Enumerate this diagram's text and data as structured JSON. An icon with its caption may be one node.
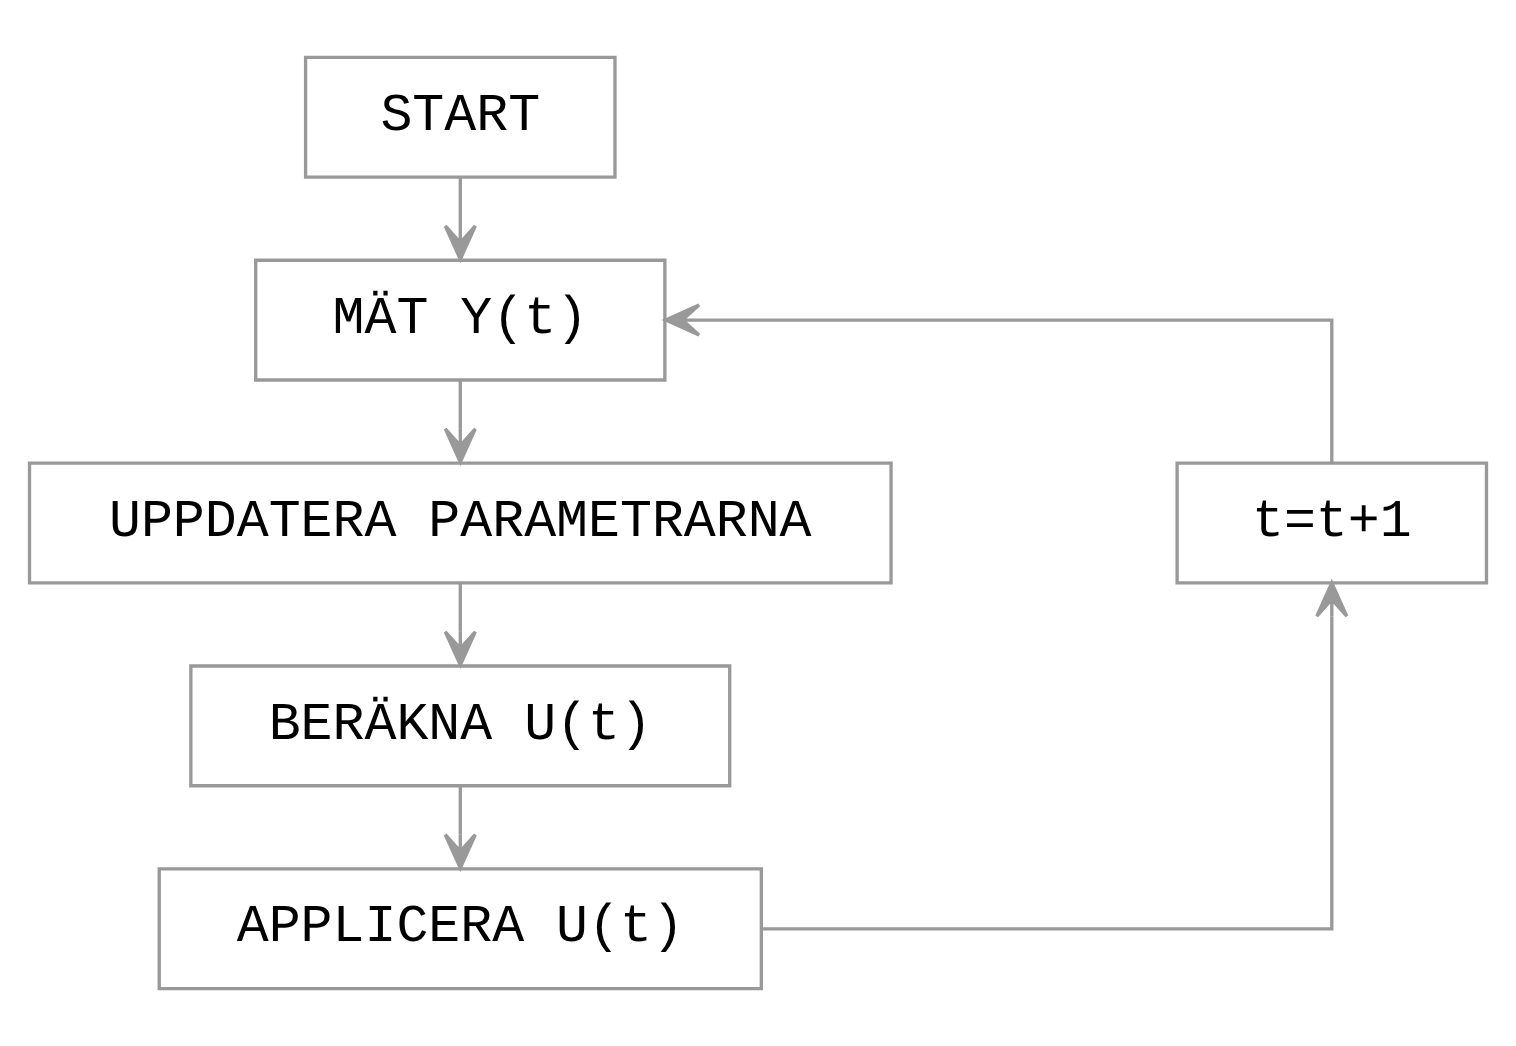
{
  "diagram": {
    "nodes": [
      {
        "text": [
          "START"
        ]
      },
      {
        "text": [
          "MÄT Y(t)"
        ]
      },
      {
        "text": [
          "UPPDATERA PARAMETRARNA"
        ]
      },
      {
        "text": [
          "BERÄKNA U(t)"
        ]
      },
      {
        "text": [
          "APPLICERA U(t)"
        ]
      },
      {
        "text": [
          "t=t+1"
        ]
      }
    ],
    "edges": [
      {
        "from": 0,
        "to": 1,
        "arrow": "to"
      },
      {
        "from": 1,
        "to": 2,
        "arrow": "to"
      },
      {
        "from": 2,
        "to": 3,
        "arrow": "to"
      },
      {
        "from": 3,
        "to": 4,
        "arrow": "to"
      },
      {
        "from": 4,
        "to": 5,
        "arrow": "to"
      },
      {
        "from": 5,
        "to": 1,
        "arrow": "to"
      }
    ]
  }
}
